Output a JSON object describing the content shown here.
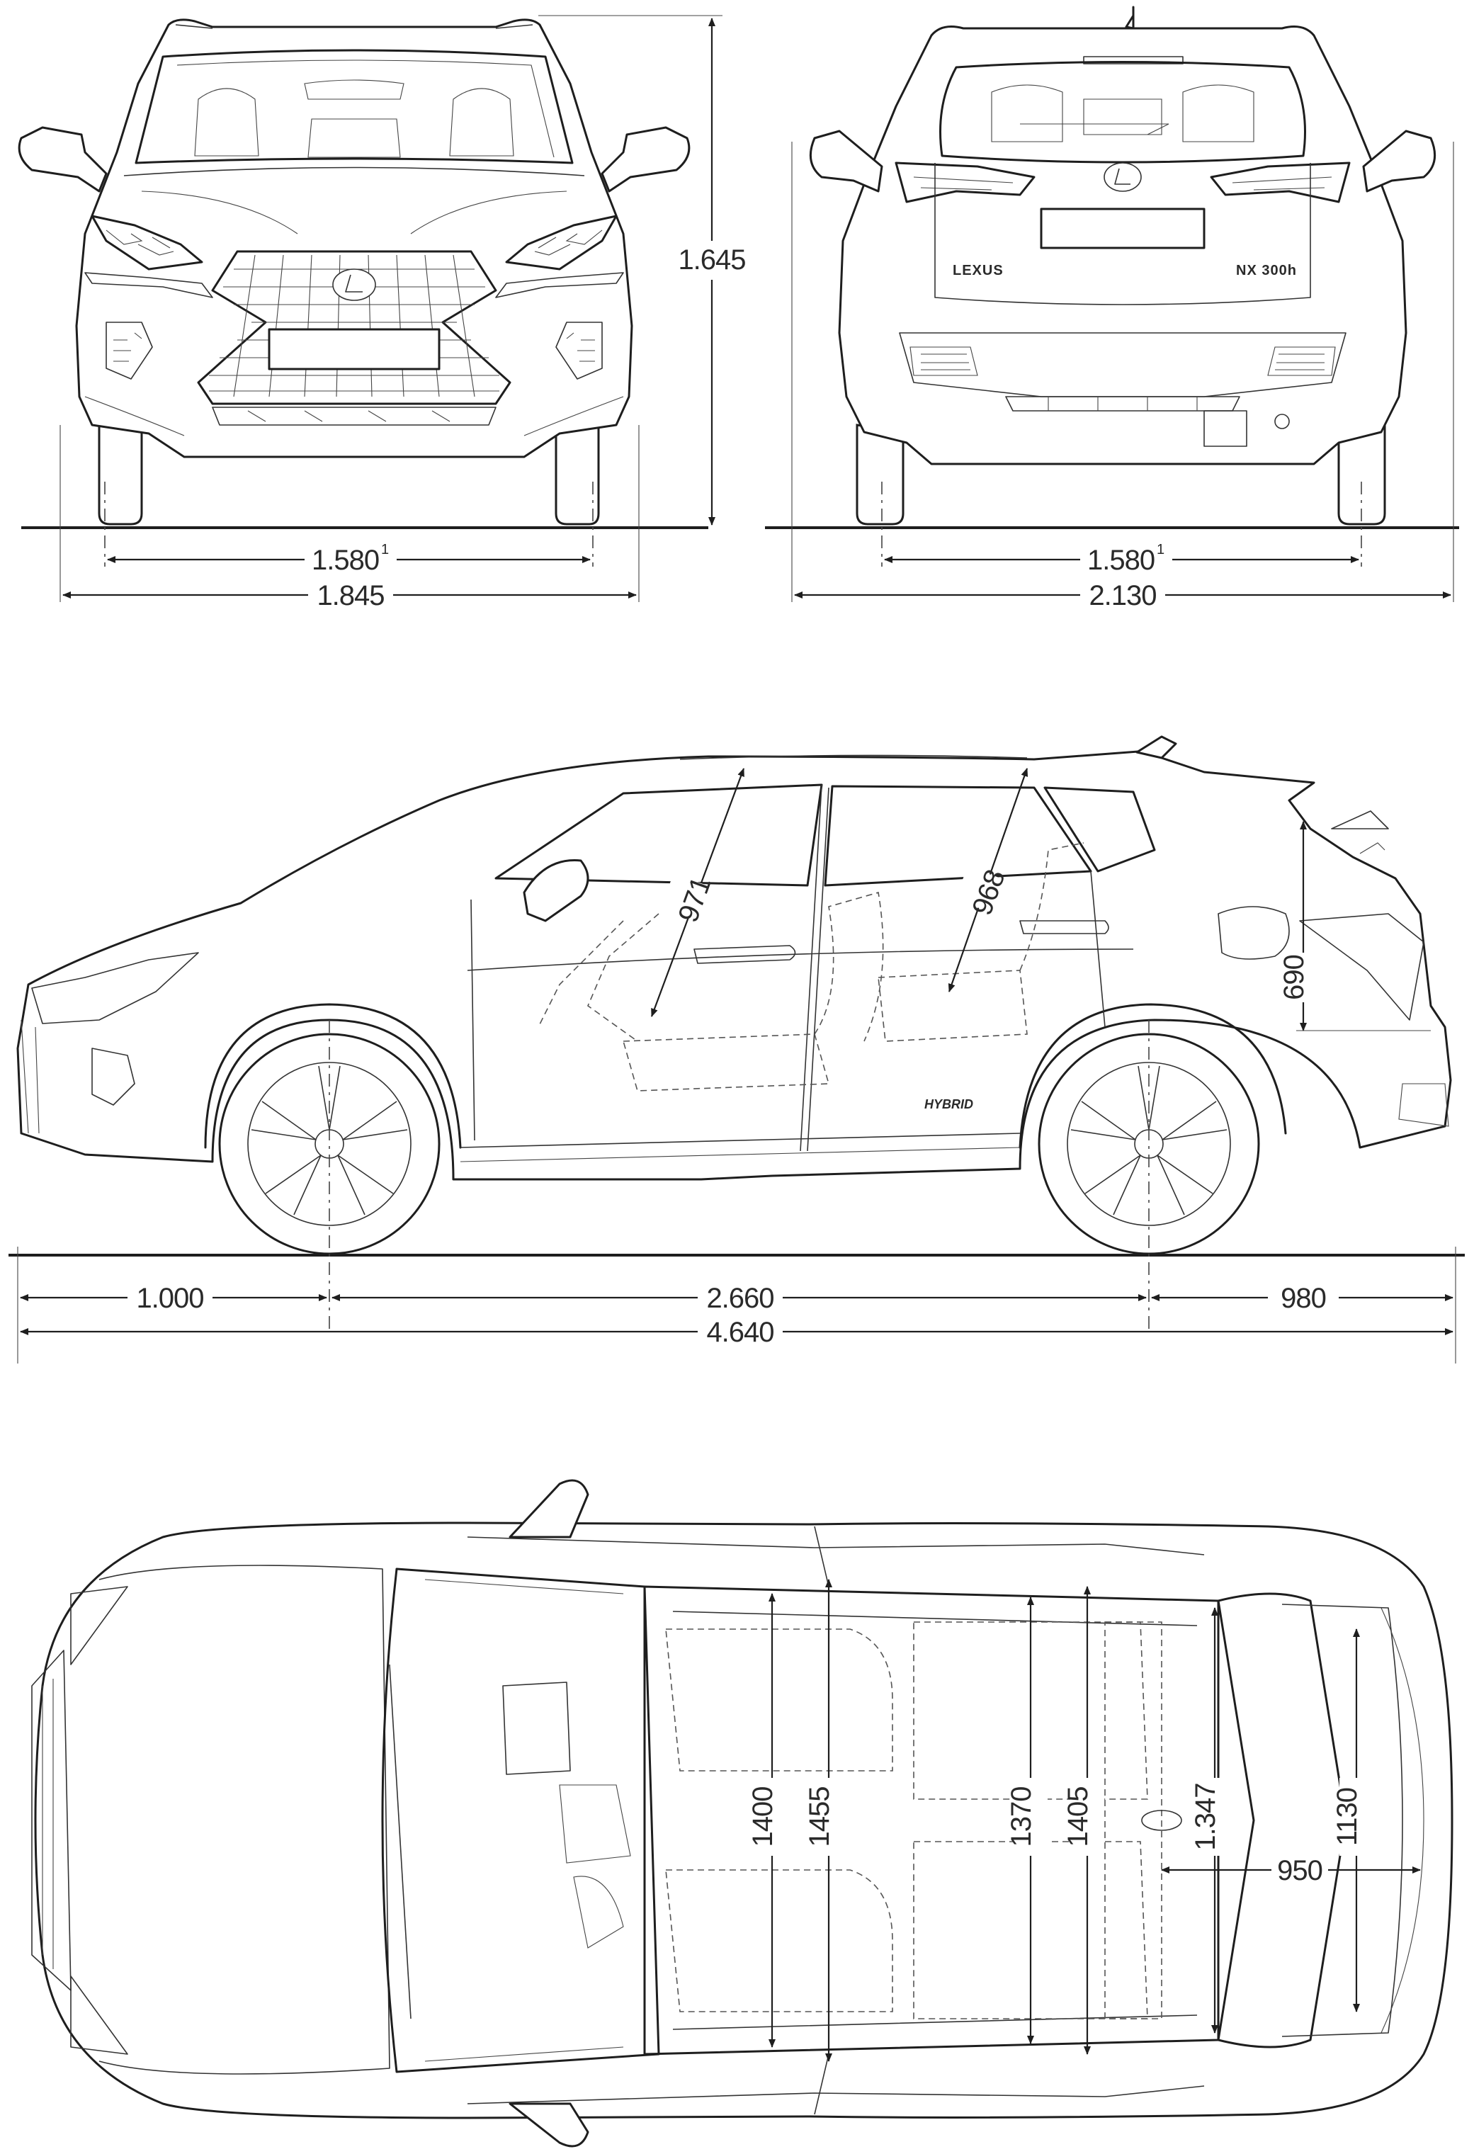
{
  "front_view": {
    "height_label": "1.645",
    "track_label": "1.580",
    "track_footnote": "1",
    "width_label": "1.845"
  },
  "rear_view": {
    "track_label": "1.580",
    "track_footnote": "1",
    "width_mirrors_label": "2.130",
    "badge_brand": "LEXUS",
    "badge_model": "NX 300h"
  },
  "side_view": {
    "front_overhang_label": "1.000",
    "wheelbase_label": "2.660",
    "rear_overhang_label": "980",
    "length_label": "4.640",
    "front_headroom_label": "971",
    "rear_headroom_label": "968",
    "load_height_label": "690",
    "hybrid_badge": "HYBRID"
  },
  "top_view": {
    "front_shoulder_label": "1400",
    "front_hip_label": "1455",
    "rear_shoulder_label": "1370",
    "rear_hip_label": "1405",
    "trunk_width_label": "1.347",
    "trunk_opening_label": "1130",
    "trunk_length_label": "950"
  }
}
